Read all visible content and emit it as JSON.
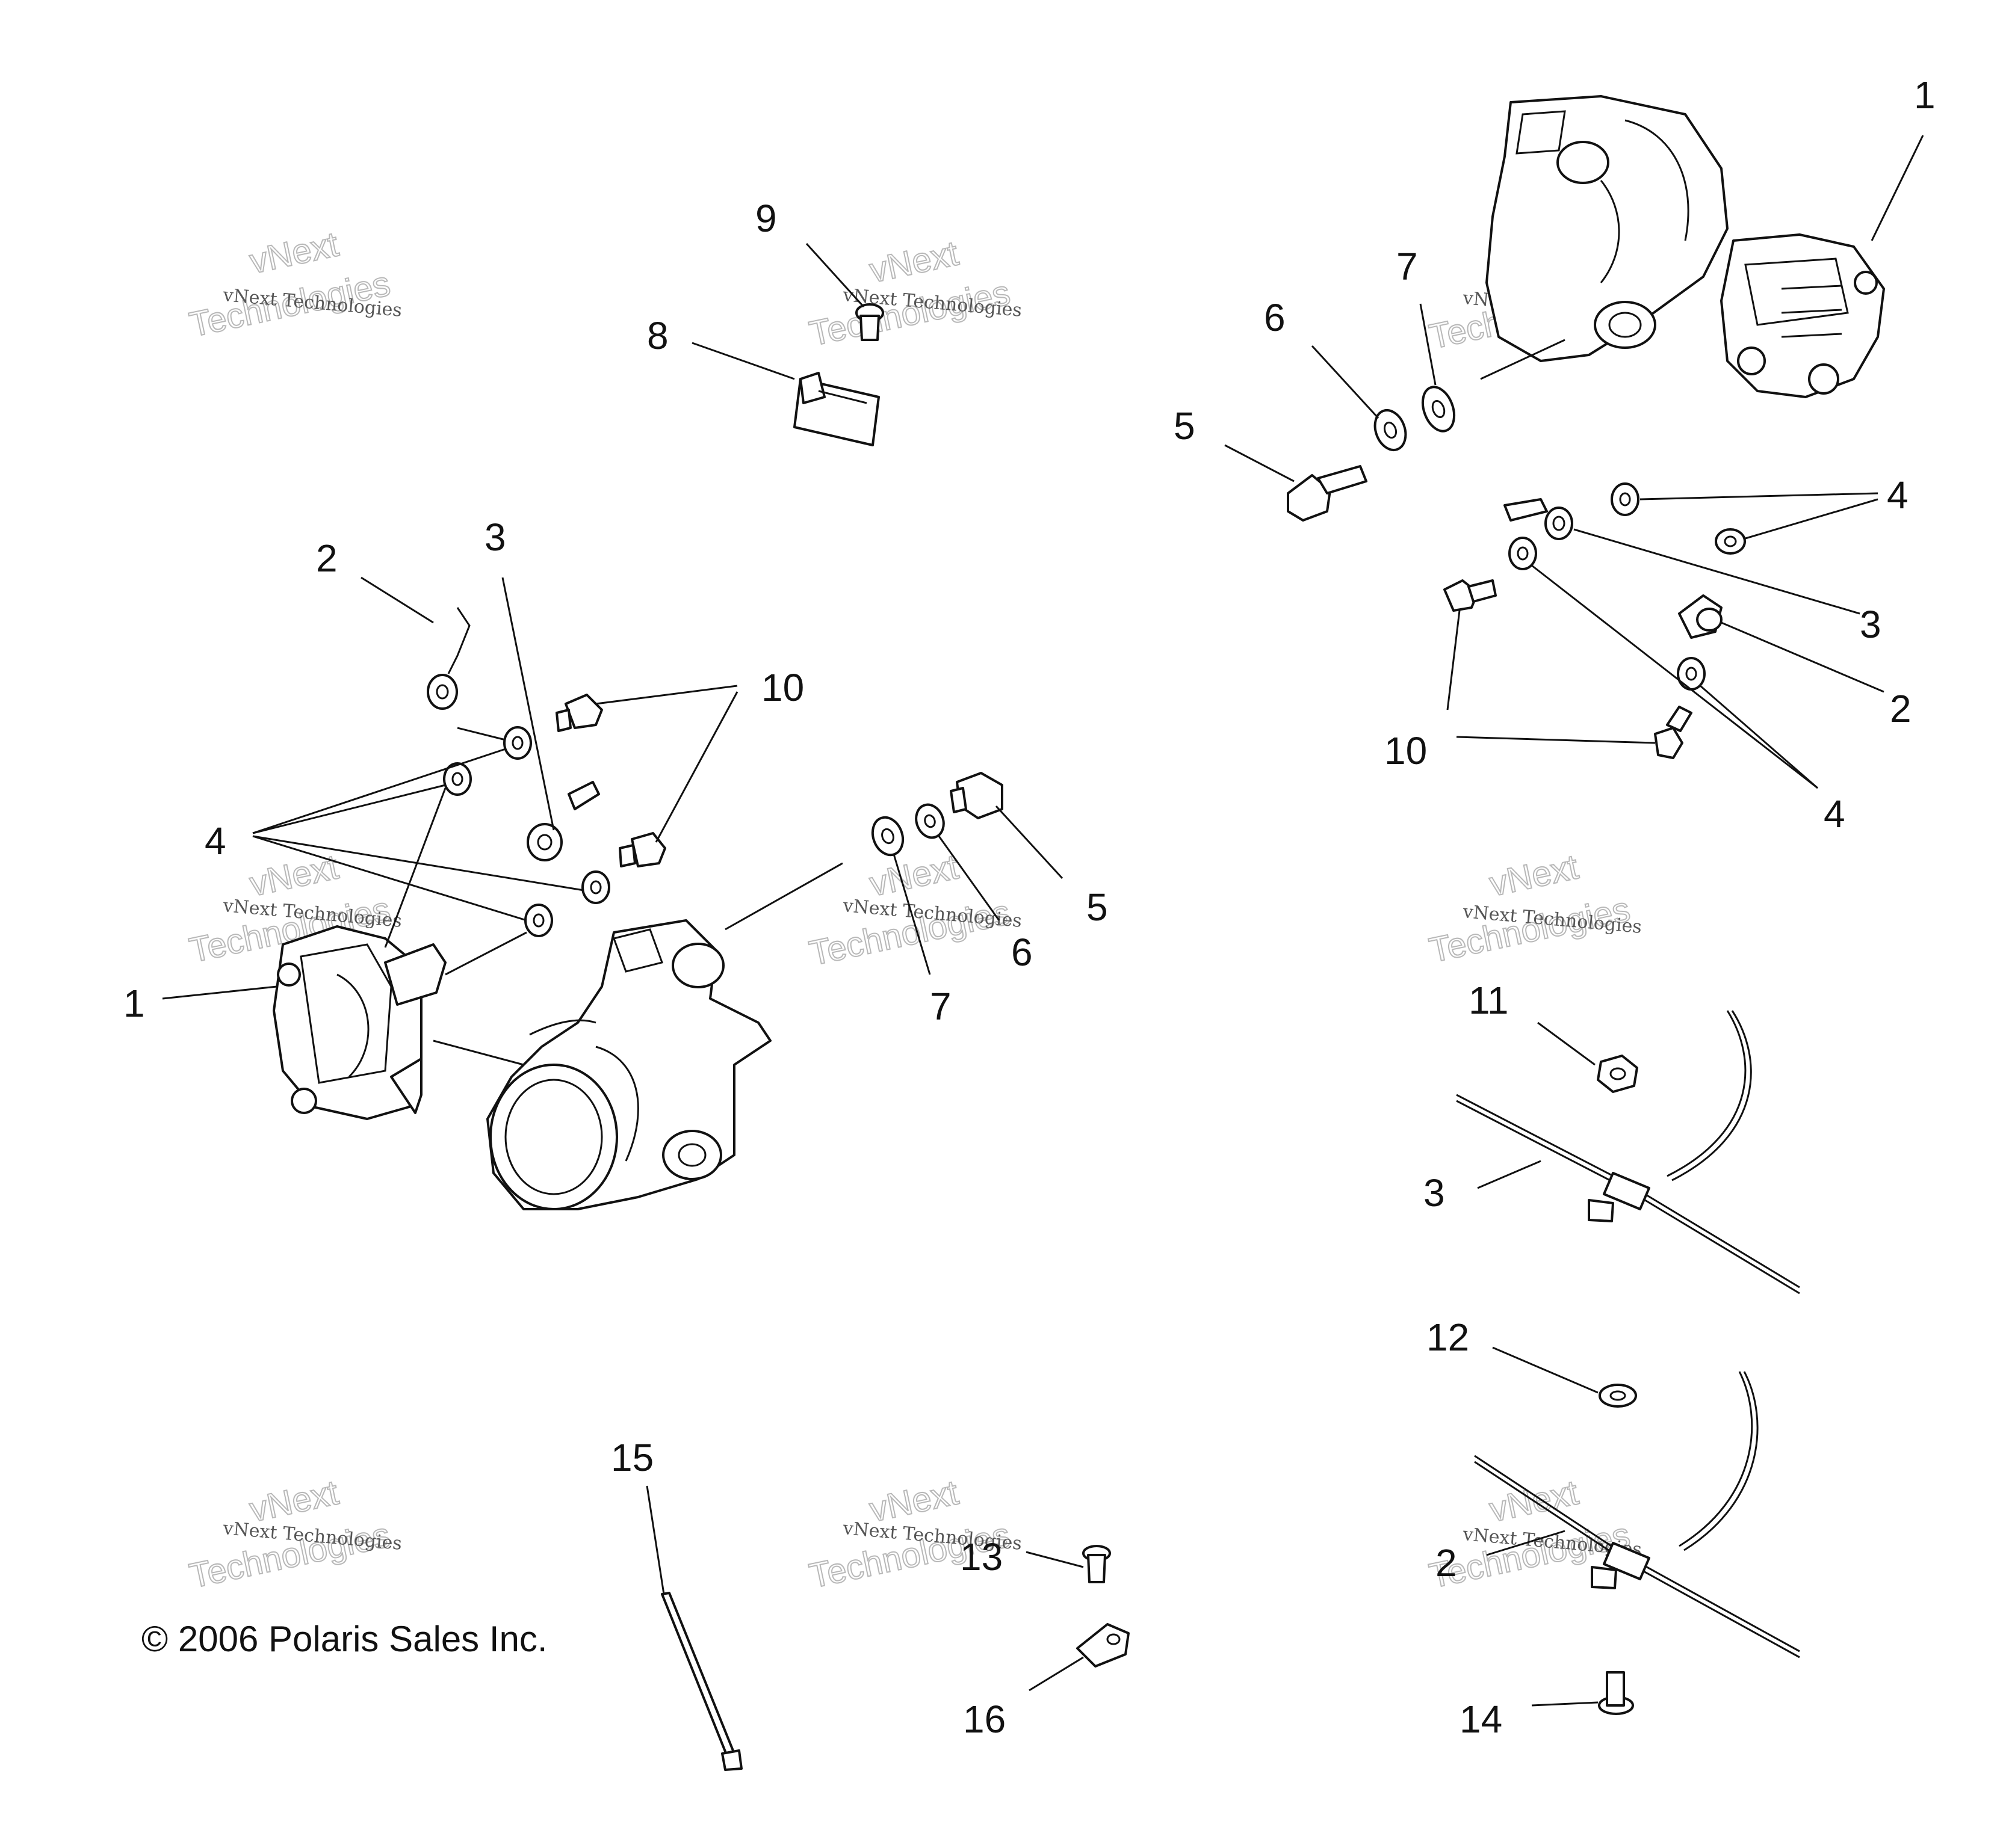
{
  "copyright": "© 2006 Polaris Sales Inc.",
  "watermark": {
    "line1": "vNext Technologies",
    "line2": "vNext",
    "line3": "Technologies"
  },
  "callouts": {
    "c1a": "1",
    "c1b": "1",
    "c2a": "2",
    "c2b": "2",
    "c2c": "2",
    "c3a": "3",
    "c3b": "3",
    "c3c": "3",
    "c4a": "4",
    "c4b": "4",
    "c4c": "4",
    "c5a": "5",
    "c5b": "5",
    "c6a": "6",
    "c6b": "6",
    "c7a": "7",
    "c7b": "7",
    "c8": "8",
    "c9": "9",
    "c10a": "10",
    "c10b": "10",
    "c11": "11",
    "c12": "12",
    "c13": "13",
    "c14": "14",
    "c15": "15",
    "c16": "16"
  }
}
